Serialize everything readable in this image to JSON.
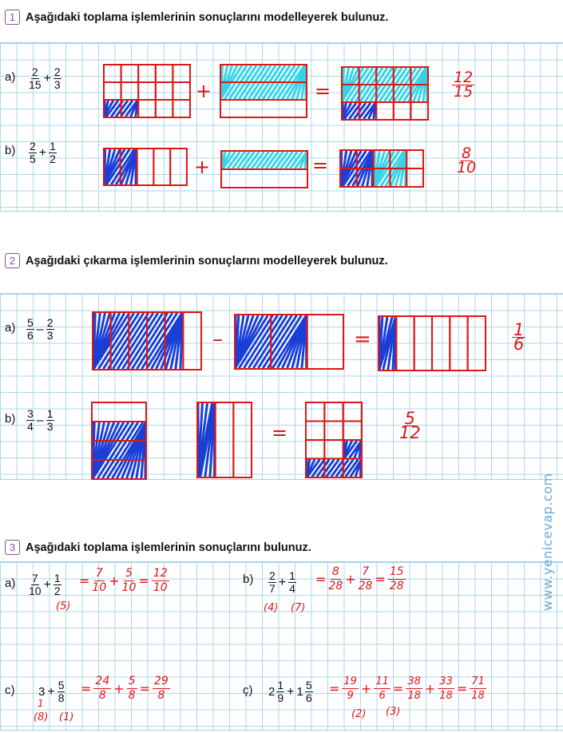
{
  "section1": {
    "number": "1",
    "title": "Aşağıdaki toplama işlemlerinin sonuçlarını modelleyerek bulunuz.",
    "a": {
      "label": "a)",
      "f1n": "2",
      "f1d": "15",
      "op": "+",
      "f2n": "2",
      "f2d": "3",
      "ans_n": "12",
      "ans_d": "15"
    },
    "b": {
      "label": "b)",
      "f1n": "2",
      "f1d": "5",
      "op": "+",
      "f2n": "1",
      "f2d": "2",
      "ans_n": "8",
      "ans_d": "10"
    },
    "plus": "+",
    "equals": "="
  },
  "section2": {
    "number": "2",
    "title": "Aşağıdaki çıkarma işlemlerinin sonuçlarını modelleyerek bulunuz.",
    "a": {
      "label": "a)",
      "f1n": "5",
      "f1d": "6",
      "op": "–",
      "f2n": "2",
      "f2d": "3",
      "ans_n": "1",
      "ans_d": "6"
    },
    "b": {
      "label": "b)",
      "f1n": "3",
      "f1d": "4",
      "op": "–",
      "f2n": "1",
      "f2d": "3",
      "ans_n": "5",
      "ans_d": "12"
    },
    "minus": "–",
    "equals": "="
  },
  "section3": {
    "number": "3",
    "title": "Aşağıdaki toplama işlemlerinin sonuçlarını bulunuz.",
    "a": {
      "label": "a)",
      "f1n": "7",
      "f1d": "10",
      "op": "+",
      "f2n": "1",
      "f2d": "2",
      "hw": [
        "=",
        "7",
        "10",
        "+",
        "5",
        "10",
        "=",
        "12",
        "10"
      ],
      "note": "(5)"
    },
    "b": {
      "label": "b)",
      "f1n": "2",
      "f1d": "7",
      "op": "+",
      "f2n": "1",
      "f2d": "4",
      "hw": [
        "=",
        "8",
        "28",
        "+",
        "7",
        "28",
        "=",
        "15",
        "28"
      ],
      "note1": "(4)",
      "note2": "(7)"
    },
    "c": {
      "label": "c)",
      "whole": "3",
      "op": "+",
      "f2n": "5",
      "f2d": "8",
      "hw": [
        "=",
        "24",
        "8",
        "+",
        "5",
        "8",
        "=",
        "29",
        "8"
      ],
      "note_top": "1",
      "note1": "(8)",
      "note2": "(1)"
    },
    "d": {
      "label": "ç)",
      "w1": "2",
      "f1n": "1",
      "f1d": "9",
      "op": "+",
      "w2": "1",
      "f2n": "5",
      "f2d": "6",
      "hw": [
        "=",
        "19",
        "9",
        "+",
        "11",
        "6",
        "=",
        "38",
        "18",
        "+",
        "33",
        "18",
        "=",
        "71",
        "18"
      ],
      "note1": "(2)",
      "note2": "(3)"
    }
  },
  "watermark": "www.yenicevap.com",
  "colors": {
    "grid": "#a8d8ec",
    "red": "#e01515",
    "blue": "#1a3fd6",
    "cyan": "#33d4e8",
    "purple": "#8a4d9e"
  }
}
